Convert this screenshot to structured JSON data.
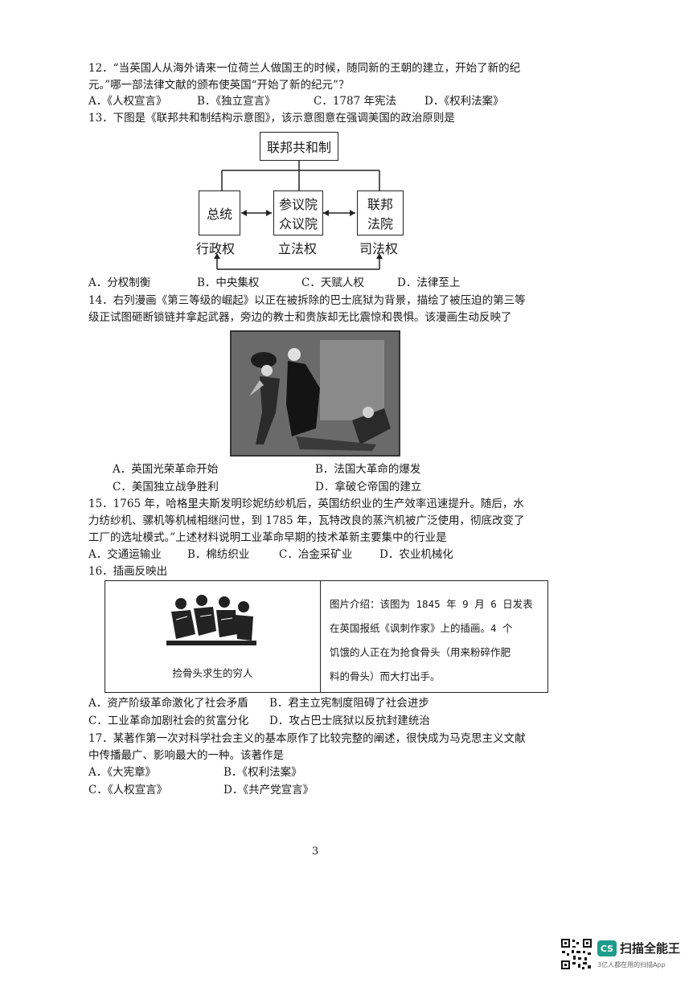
{
  "q12": {
    "line1": "12．“当英国人从海外请来一位荷兰人做国王的时候，随同新的王朝的建立，开始了新的纪",
    "line2": "元。”哪一部法律文献的颁布使英国“开始了新的纪元”？",
    "options": [
      "A．《人权宣言》",
      "B．《独立宣言》",
      "C．1787 年宪法",
      "D．《权利法案》"
    ]
  },
  "q13": {
    "stem": "13．下图是《联邦共和制结构示意图》，该示意图意在强调美国的政治原则是",
    "diagram": {
      "top": "联邦共和制",
      "left_box": "总统",
      "mid_box_1": "参议院",
      "mid_box_2": "众议院",
      "right_box_1": "联邦",
      "right_box_2": "法院",
      "left_label": "行政权",
      "mid_label": "立法权",
      "right_label": "司法权"
    },
    "options": [
      "A．分权制衡",
      "B．中央集权",
      "C．天赋人权",
      "D．法律至上"
    ]
  },
  "q14": {
    "line1": "14．右列漫画《第三等级的崛起》以正在被拆除的巴士底狱为背景，描绘了被压迫的第三等",
    "line2": "级正试图砸断锁链并拿起武器，旁边的教士和贵族却无比震惊和畏惧。该漫画生动反映了",
    "options": [
      "A．英国光荣革命开始",
      "B．法国大革命的爆发",
      "C．美国独立战争胜利",
      "D．拿破仑帝国的建立"
    ]
  },
  "q15": {
    "line1": "15．1765 年，哈格里夫斯发明珍妮纺纱机后，英国纺织业的生产效率迅速提升。随后，水",
    "line2": "力纺纱机、骡机等机械相继问世，到 1785 年，瓦特改良的蒸汽机被广泛使用，彻底改变了",
    "line3": "工厂的选址模式。”上述材料说明工业革命早期的技术革新主要集中的行业是",
    "options": [
      "A．交通运输业",
      "B．棉纺织业",
      "C．冶金采矿业",
      "D．农业机械化"
    ]
  },
  "q16": {
    "stem": "16．插画反映出",
    "caption": "捡骨头求生的穷人",
    "info_lines": [
      "图片介绍：该图为 1845 年 9 月 6 日发表",
      "在英国报纸《讽刺作家》上的插画。4 个",
      "饥饿的人正在为抢食骨头（用来粉碎作肥",
      "料的骨头）而大打出手。"
    ],
    "options": [
      "A．资产阶级革命激化了社会矛盾",
      "B．君主立宪制度阻碍了社会进步",
      "C．工业革命加剧社会的贫富分化",
      "D．攻占巴士底狱以反抗封建统治"
    ]
  },
  "q17": {
    "line1": "17．某著作第一次对科学社会主义的基本原作了比较完整的阐述，很快成为马克思主义文献",
    "line2": "中传播最广、影响最大的一种。该著作是",
    "options": [
      "A．《大宪章》",
      "B．《权利法案》",
      "C．《人权宣言》",
      "D．《共产党宣言》"
    ]
  },
  "page_number": "3",
  "scanner": {
    "logo": "CS",
    "name": "扫描全能王",
    "tagline": "3亿人都在用的扫描App"
  }
}
